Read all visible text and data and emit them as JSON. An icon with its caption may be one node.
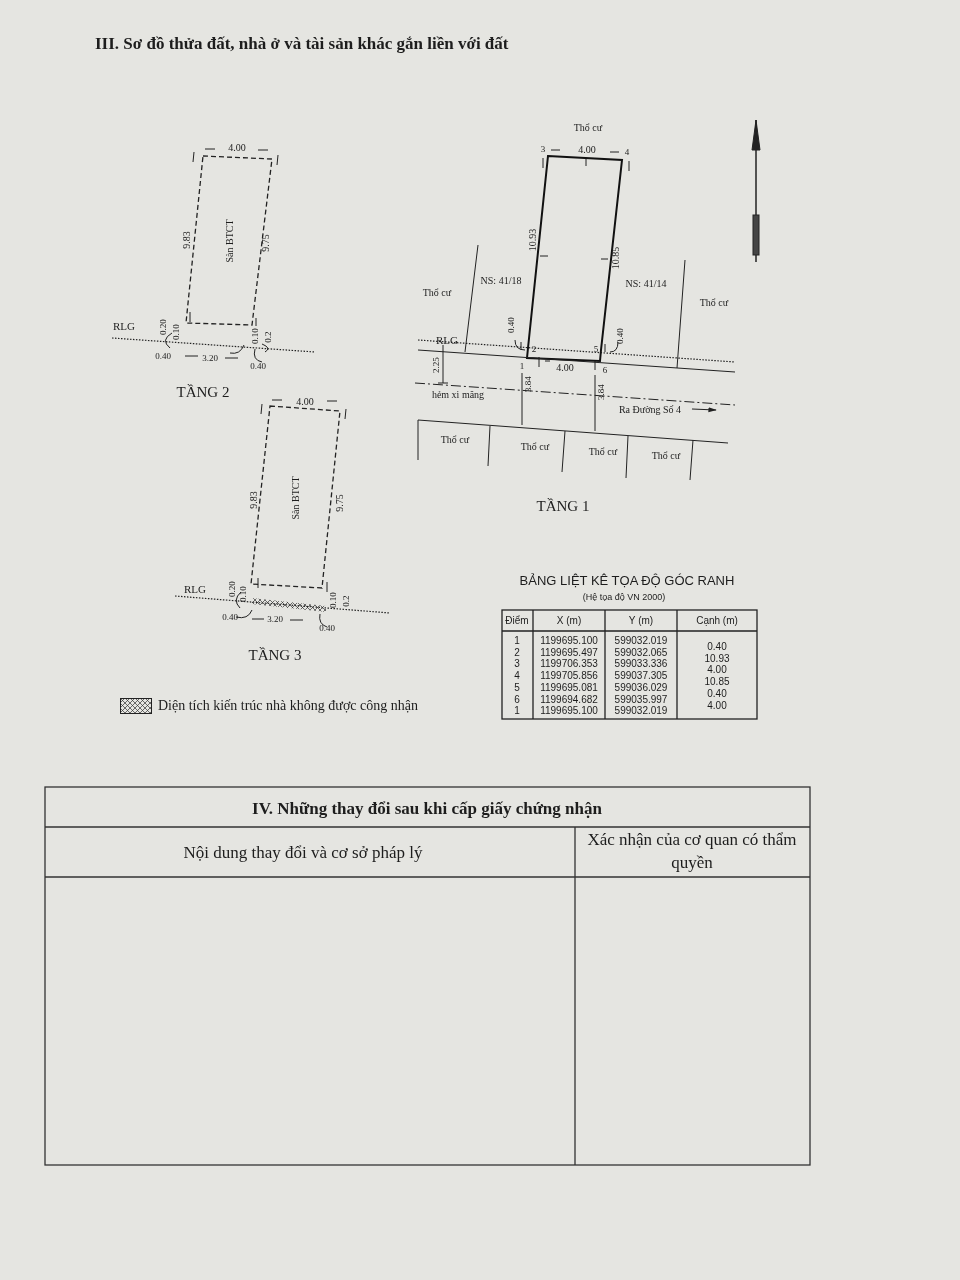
{
  "diagram": {
    "title": "III. Sơ đồ thửa đất, nhà ở và tài sản khác gắn liền với đất",
    "nodes": [
      {
        "text": [
          "Sàn BTCT"
        ]
      },
      {
        "text": [
          "Sàn BTCT"
        ]
      }
    ],
    "labels": [
      "4.00",
      "9.83",
      "9.75",
      "RLG",
      "0.20",
      "0.10",
      "0.10",
      "0.2",
      "0.40",
      "3.20",
      "0.40",
      "Thổ cư",
      "3",
      "4.00",
      "4",
      "10.93",
      "10.85",
      "NS: 41/18",
      "NS: 41/14",
      "Thổ cư",
      "Thổ cư",
      "RLG",
      "0.40",
      "2",
      "5",
      "0.40",
      "1",
      "4.00",
      "6",
      "2.25",
      "hẻm xi măng",
      "3.84",
      "3.84",
      "Ra Đường Số 4",
      "Thổ cư",
      "Thổ cư",
      "Thổ cư",
      "Thổ cư",
      "TẦNG 1",
      "4.00",
      "9.83",
      "9.75",
      "RLG",
      "0.20",
      "0.10",
      "0.10",
      "0.2",
      "0.40",
      "3.20",
      "0.40",
      "BẢNG LIỆT KÊ TỌA ĐỘ GÓC RANH",
      "(Hệ tọa độ VN 2000)",
      "Điểm",
      "X (m)",
      "Y (m)",
      "Cạnh (m)",
      "1",
      "1199695.100",
      "599032.019",
      "2",
      "1199695.497",
      "599032.065",
      "3",
      "1199706.353",
      "599033.336",
      "4",
      "1199705.856",
      "599037.305",
      "5",
      "1199695.081",
      "599036.029",
      "6",
      "1199694.682",
      "599035.997",
      "1",
      "1199695.100",
      "599032.019",
      "0.40",
      "10.93",
      "4.00",
      "10.85",
      "0.40",
      "4.00",
      "IV. Những thay đổi sau khi cấp giấy chứng nhận",
      "Nội dung thay đổi và cơ sở pháp lý",
      "Xác nhận của cơ quan có thẩm quyền",
      "TẦNG 2",
      "TẦNG 3"
    ],
    "legend": [
      {
        "text": "Diện tích kiến trúc nhà không được công nhận"
      }
    ]
  }
}
